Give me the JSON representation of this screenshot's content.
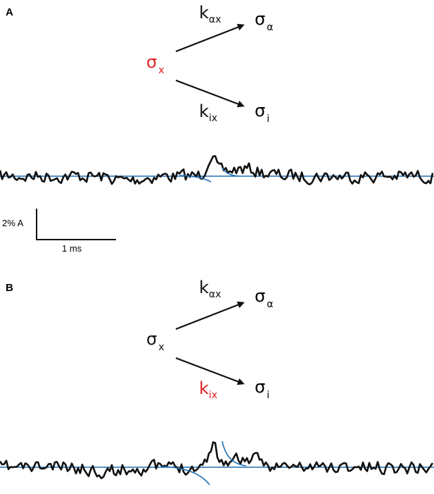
{
  "panel_a": {
    "label": "A",
    "source": {
      "symbol": "σ",
      "sub": "x",
      "color": "#e02020"
    },
    "rate_top": {
      "symbol": "k",
      "sub": "αx",
      "color": "#111111"
    },
    "rate_bottom": {
      "symbol": "k",
      "sub": "ix",
      "color": "#111111"
    },
    "target_top": {
      "symbol": "σ",
      "sub": "α"
    },
    "target_bottom": {
      "symbol": "σ",
      "sub": "i"
    }
  },
  "panel_b": {
    "label": "B",
    "source": {
      "symbol": "σ",
      "sub": "x",
      "color": "#111111"
    },
    "rate_top": {
      "symbol": "k",
      "sub": "αx",
      "color": "#111111"
    },
    "rate_bottom": {
      "symbol": "k",
      "sub": "ix",
      "color": "#e02020"
    },
    "target_top": {
      "symbol": "σ",
      "sub": "α"
    },
    "target_bottom": {
      "symbol": "σ",
      "sub": "i"
    }
  },
  "scale_bar": {
    "y_label": "2% A",
    "x_label": "1 ms"
  },
  "colors": {
    "trace": "#111111",
    "fit": "#1f6fb2",
    "highlight": "#e02020"
  }
}
